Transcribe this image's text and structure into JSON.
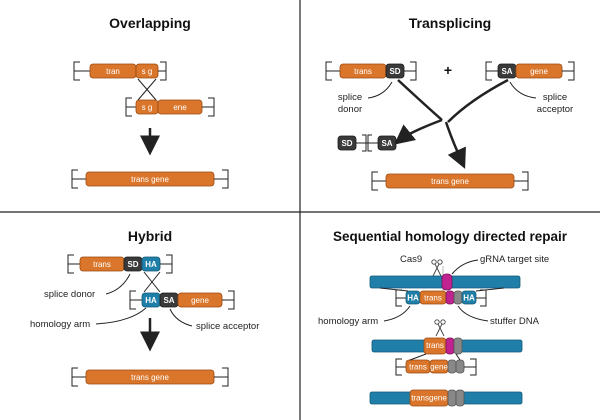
{
  "panels": {
    "overlapping": {
      "title": "Overlapping",
      "seg_tran": "tran",
      "seg_sg_top": "s g",
      "seg_sg_bottom": "s g",
      "seg_ene": "ene",
      "seg_result": "trans gene"
    },
    "transplicing": {
      "title": "Transplicing",
      "seg_trans": "trans",
      "seg_sd": "SD",
      "plus": "+",
      "seg_sa": "SA",
      "seg_gene": "gene",
      "label_splice_donor_1": "splice",
      "label_splice_donor_2": "donor",
      "label_splice_acceptor_1": "splice",
      "label_splice_acceptor_2": "acceptor",
      "seg_sd_small": "SD",
      "seg_sa_small": "SA",
      "seg_result": "trans gene"
    },
    "hybrid": {
      "title": "Hybrid",
      "seg_trans": "trans",
      "seg_sd": "SD",
      "seg_ha_top": "HA",
      "seg_ha_bottom": "HA",
      "seg_sa": "SA",
      "seg_gene": "gene",
      "label_splice_donor": "splice donor",
      "label_homology_arm": "homology arm",
      "label_splice_acceptor": "splice acceptor",
      "seg_result": "trans gene"
    },
    "sequential": {
      "title": "Sequential homology directed repair",
      "label_cas9": "Cas9",
      "label_grna": "gRNA target site",
      "seg_ha_left": "HA",
      "seg_trans": "trans",
      "seg_ha_right": "HA",
      "label_homology_arm": "homology arm",
      "label_stuffer": "stuffer DNA",
      "seg_trans_2": "trans",
      "seg_trans_3": "trans",
      "seg_gene": "gene",
      "seg_transgene": "transgene"
    }
  },
  "colors": {
    "orange": "#d9762b",
    "blue": "#1f7fa8",
    "dark": "#3a3a3a",
    "magenta": "#c0238f",
    "grey": "#888888"
  }
}
